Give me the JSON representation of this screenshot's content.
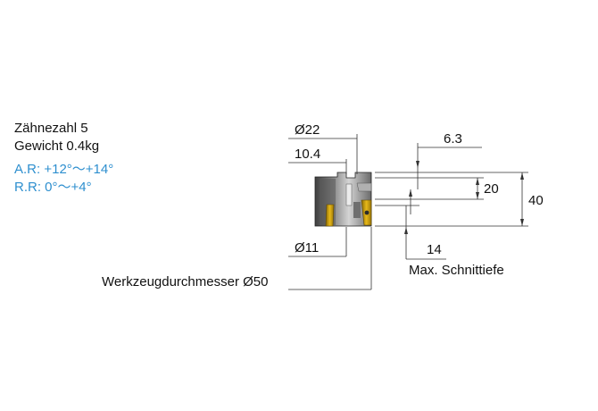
{
  "specs": {
    "teeth": "Zähnezahl 5",
    "weight": "Gewicht 0.4kg",
    "axial_rake": "A.R: +12°～+14°",
    "radial_rake": "R.R: 0°～+4°"
  },
  "dimensions": {
    "bore_diameter": "Ø22",
    "keyway_width": "10.4",
    "counterbore_diameter": "Ø11",
    "tool_diameter": "Werkzeugdurchmesser Ø50",
    "insert_offset": "6.3",
    "body_height": "20",
    "total_height": "40",
    "max_depth": "14",
    "max_depth_label": "Max. Schnittiefe"
  },
  "colors": {
    "accent_blue": "#2e8fcf",
    "insert_gold": "#d9a514",
    "body_gray": "#8a8a8a"
  }
}
